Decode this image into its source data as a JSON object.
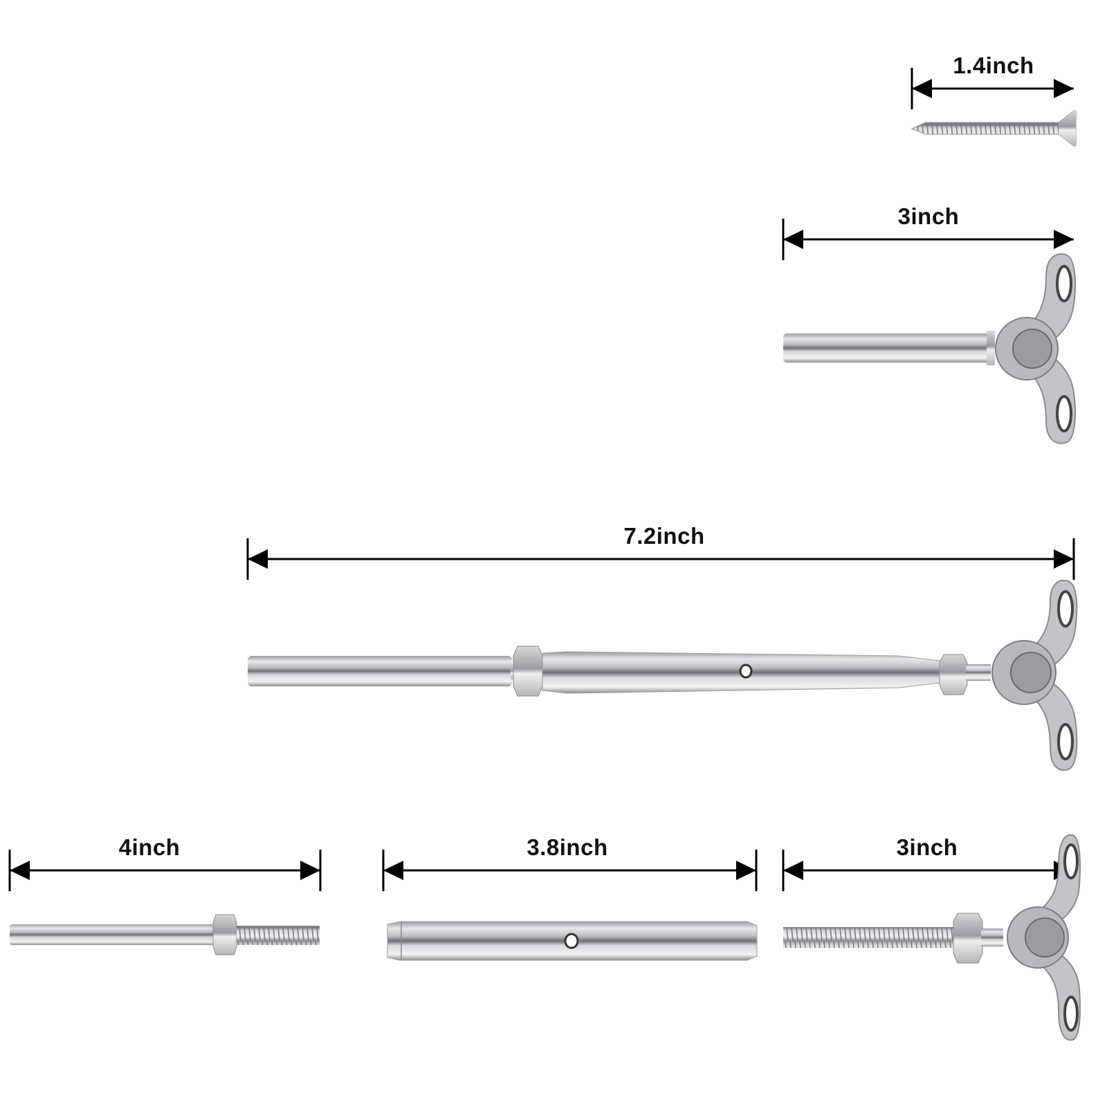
{
  "diagram": {
    "type": "product-dimension-diagram",
    "background": "#ffffff",
    "accent": "#111111",
    "metal_color": "#c8c8cc",
    "parts": [
      {
        "id": "screw",
        "name": "Wood screw",
        "length_label": "1.4inch",
        "length_in": 1.4
      },
      {
        "id": "swivel-terminal-swage",
        "name": "Swivel deck toggle swage terminal",
        "length_label": "3inch",
        "length_in": 3
      },
      {
        "id": "turnbuckle-assembly",
        "name": "Assembled turnbuckle with swivel deck toggle",
        "length_label": "7.2inch",
        "length_in": 7.2
      },
      {
        "id": "threaded-swage-stud",
        "name": "Threaded swage stud with hex nut",
        "length_label": "4inch",
        "length_in": 4
      },
      {
        "id": "turnbuckle-body",
        "name": "Turnbuckle body",
        "length_label": "3.8inch",
        "length_in": 3.8
      },
      {
        "id": "threaded-swivel-toggle",
        "name": "Threaded swivel deck toggle with hex nut",
        "length_label": "3inch",
        "length_in": 3
      }
    ]
  }
}
